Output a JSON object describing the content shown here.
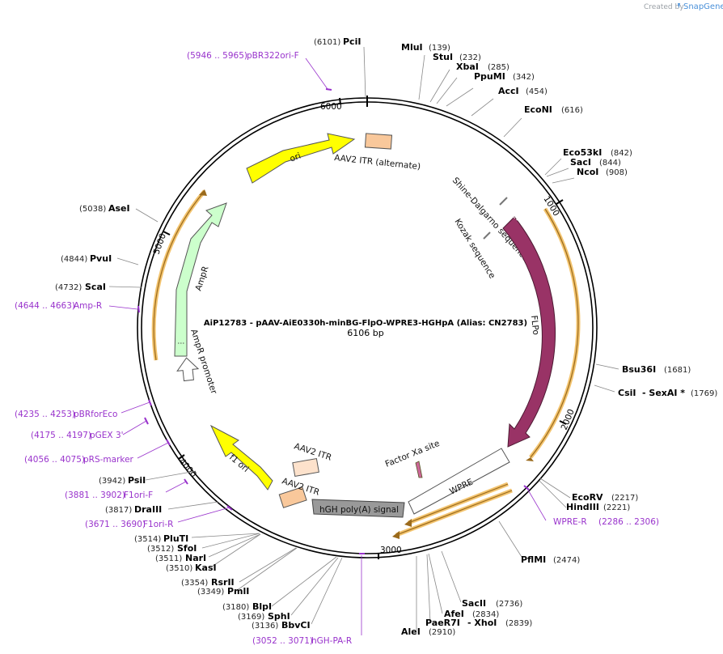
{
  "header": {
    "created_by": "Created by",
    "brand": "SnapGene"
  },
  "plasmid": {
    "title": "AiP12783 - pAAV-AiE0330h-minBG-FlpO-WPRE3-HGHpA (Alias: CN2783)",
    "size_label": "6106 bp",
    "length": 6106
  },
  "ticks": [
    {
      "label": "1000"
    },
    {
      "label": "2000"
    },
    {
      "label": "3000"
    },
    {
      "label": "4000"
    },
    {
      "label": "5000"
    },
    {
      "label": "6000"
    }
  ],
  "features": [
    {
      "name": "AAV2 ITR (alternate)",
      "color": "#f9c89b"
    },
    {
      "name": "Shine-Dalgarno sequence",
      "color": "#777777"
    },
    {
      "name": "Kozak sequence",
      "color": "#777777"
    },
    {
      "name": "FLPo",
      "color": "#993366"
    },
    {
      "name": "Factor Xa site",
      "color": "#cc6699"
    },
    {
      "name": "WPRE",
      "color": "#ffffff"
    },
    {
      "name": "hGH poly(A) signal",
      "color": "#999999"
    },
    {
      "name": "AAV2 ITR",
      "color": "#f9c89b"
    },
    {
      "name": "AAV2 ITR",
      "color": "#fde2cc"
    },
    {
      "name": "f1 ori",
      "color": "#ffff00"
    },
    {
      "name": "AmpR promoter",
      "color": "#ffffff"
    },
    {
      "name": "AmpR",
      "color": "#ccffcc"
    },
    {
      "name": "ori",
      "color": "#ffff00"
    }
  ],
  "enzymes": [
    {
      "name": "PciI",
      "pos": "(6101)"
    },
    {
      "name": "MluI",
      "pos": "(139)"
    },
    {
      "name": "StuI",
      "pos": "(232)"
    },
    {
      "name": "XbaI",
      "pos": "(285)"
    },
    {
      "name": "PpuMI",
      "pos": "(342)"
    },
    {
      "name": "AccI",
      "pos": "(454)"
    },
    {
      "name": "EcoNI",
      "pos": "(616)"
    },
    {
      "name": "Eco53kI",
      "pos": "(842)"
    },
    {
      "name": "SacI",
      "pos": "(844)"
    },
    {
      "name": "NcoI",
      "pos": "(908)"
    },
    {
      "name": "Bsu36I",
      "pos": "(1681)"
    },
    {
      "name": "CsiI",
      "extra": "- SexAI *",
      "pos": "(1769)"
    },
    {
      "name": "EcoRV",
      "pos": "(2217)"
    },
    {
      "name": "HindIII",
      "pos": "(2221)"
    },
    {
      "name": "PflMI",
      "pos": "(2474)"
    },
    {
      "name": "SacII",
      "pos": "(2736)"
    },
    {
      "name": "AfeI",
      "pos": "(2834)"
    },
    {
      "name": "PaeR7I",
      "extra": "- XhoI",
      "pos": "(2839)"
    },
    {
      "name": "AleI",
      "pos": "(2910)"
    },
    {
      "name": "BbvCI",
      "pos": "(3136)"
    },
    {
      "name": "SphI",
      "pos": "(3169)"
    },
    {
      "name": "BlpI",
      "pos": "(3180)"
    },
    {
      "name": "PmlI",
      "pos": "(3349)"
    },
    {
      "name": "RsrII",
      "pos": "(3354)"
    },
    {
      "name": "KasI",
      "pos": "(3510)"
    },
    {
      "name": "NarI",
      "pos": "(3511)"
    },
    {
      "name": "SfoI",
      "pos": "(3512)"
    },
    {
      "name": "PluTI",
      "pos": "(3514)"
    },
    {
      "name": "DraIII",
      "pos": "(3817)"
    },
    {
      "name": "PsiI",
      "pos": "(3942)"
    },
    {
      "name": "ScaI",
      "pos": "(4732)"
    },
    {
      "name": "PvuI",
      "pos": "(4844)"
    },
    {
      "name": "AseI",
      "pos": "(5038)"
    }
  ],
  "primers": [
    {
      "range": "(5946 .. 5965)",
      "name": "pBR322ori-F"
    },
    {
      "range": "(4644 .. 4663)",
      "name": "Amp-R"
    },
    {
      "range": "(4235 .. 4253)",
      "name": "pBRforEco"
    },
    {
      "range": "(4175 .. 4197)",
      "name": "pGEX 3'"
    },
    {
      "range": "(4056 .. 4075)",
      "name": "pRS-marker"
    },
    {
      "range": "(3881 .. 3902)",
      "name": "F1ori-F"
    },
    {
      "range": "(3671 .. 3690)",
      "name": "F1ori-R"
    },
    {
      "range": "(3052 .. 3071)",
      "name": "hGH-PA-R"
    },
    {
      "name": "WPRE-R",
      "range": "(2286 .. 2306)"
    }
  ]
}
